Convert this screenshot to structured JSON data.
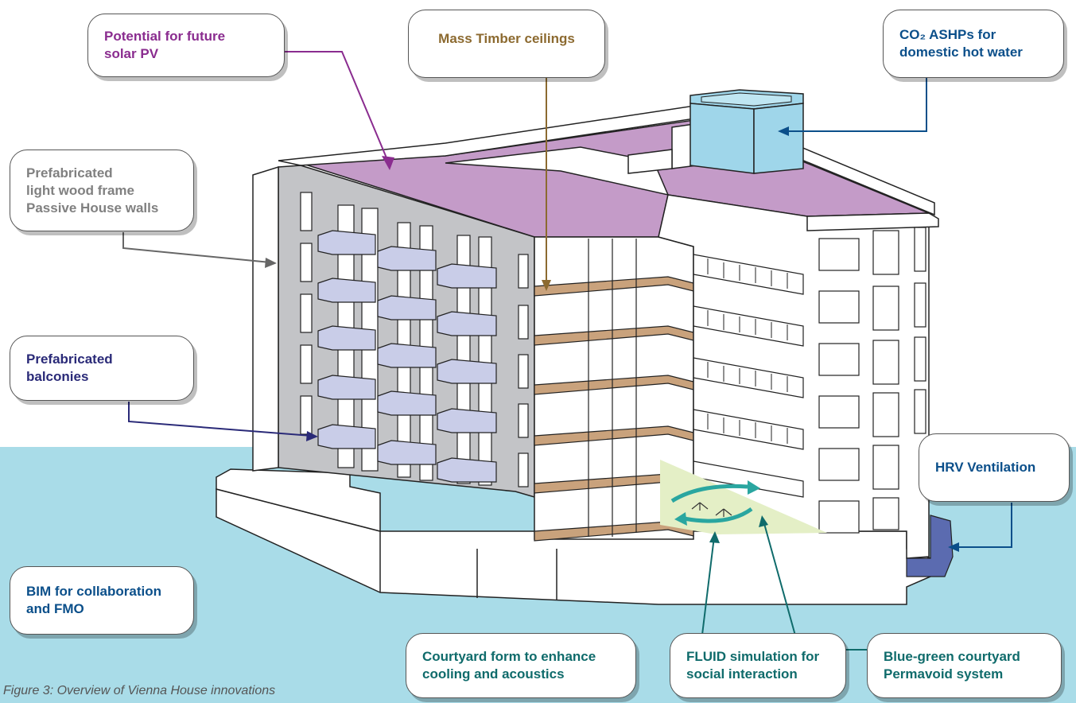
{
  "callouts": {
    "solar_pv": {
      "text": "Potential for future\nsolar PV",
      "color": "#8a2c8f"
    },
    "mass_timber": {
      "text": "Mass Timber ceilings",
      "color": "#8c6a30"
    },
    "co2_ashp": {
      "text": "CO₂ ASHPs for\ndomestic hot water",
      "color": "#0b4f8a"
    },
    "prefab_walls": {
      "text": "Prefabricated\nlight wood frame\nPassive House walls",
      "color": "#808080"
    },
    "prefab_balconies": {
      "text": "Prefabricated\nbalconies",
      "color": "#2a2a78"
    },
    "hrv": {
      "text": "HRV Ventilation",
      "color": "#0b4f8a"
    },
    "bim": {
      "text": "BIM for collaboration\nand FMO",
      "color": "#0b4f8a"
    },
    "courtyard_form": {
      "text": "Courtyard form to enhance\ncooling and acoustics",
      "color": "#0f6b6b"
    },
    "fluid_sim": {
      "text": "FLUID simulation for\nsocial interaction",
      "color": "#0f6b6b"
    },
    "blue_green": {
      "text": "Blue-green courtyard\nPermavoid system",
      "color": "#0f6b6b"
    }
  },
  "caption": "Figure 3: Overview of Vienna House innovations",
  "colors": {
    "roof": "#c49bc8",
    "timber": "#c9a27c",
    "wall_grey": "#c3c4c7",
    "balcony": "#c9cde8",
    "ashp_unit": "#9fd6ea",
    "courtyard": "#e4efc6",
    "ground": "#a9dce8",
    "hrv_unit": "#5b6bb0"
  }
}
